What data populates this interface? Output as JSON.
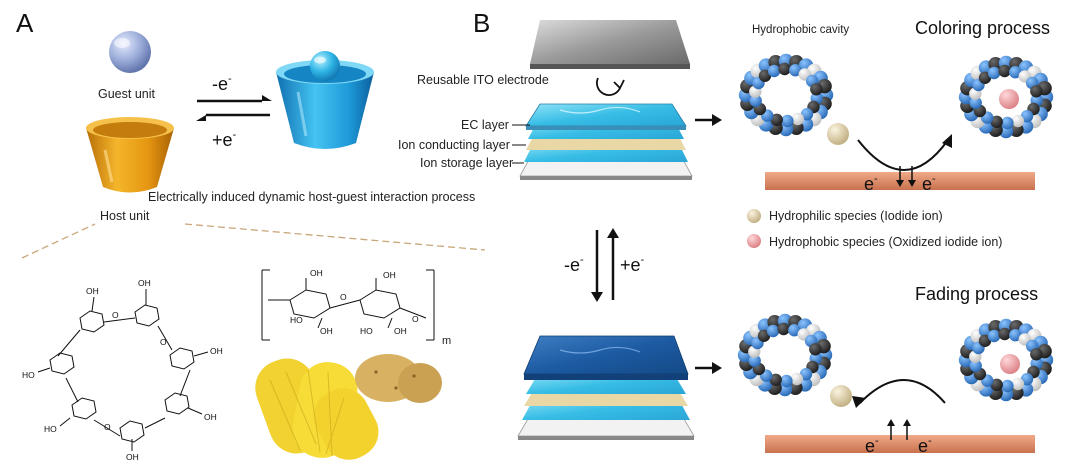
{
  "panels": {
    "a": "A",
    "b": "B"
  },
  "host_guest": {
    "guest_unit": "Guest unit",
    "host_unit": "Host unit",
    "minus_e": "-e",
    "plus_e": "+e",
    "minus_sign": "-",
    "process": "Electrically induced dynamic host-guest interaction process"
  },
  "device": {
    "ito": "Reusable ITO electrode",
    "ec": "EC layer",
    "ion_conducting": "Ion conducting layer",
    "ion_storage": "Ion storage layer",
    "minus_e": "-e",
    "plus_e": "+e",
    "minus_sign": "-"
  },
  "processes": {
    "cavity": "Hydrophobic cavity",
    "coloring": "Coloring process",
    "fading": "Fading process",
    "electron": "e",
    "minus_sign": "-"
  },
  "legend": {
    "hydrophilic": "Hydrophilic species (Iodide ion)",
    "hydrophobic": "Hydrophobic species (Oxidized iodide ion)"
  },
  "structures": {
    "oh": "OH",
    "ho": "HO",
    "o": "O",
    "m": "m"
  },
  "colors": {
    "host_amber": "#e7a21a",
    "guest_blue": "#2aa9e0",
    "layer_cyan": "#49c9ea",
    "layer_tan": "#e9d7a6",
    "ec_dark": "#1b5aa0",
    "substrate": "#d98a68",
    "iodide": "#e3d3ab",
    "oxidized": "#ee9a9e",
    "molecule_blue": "#2f78c8"
  }
}
